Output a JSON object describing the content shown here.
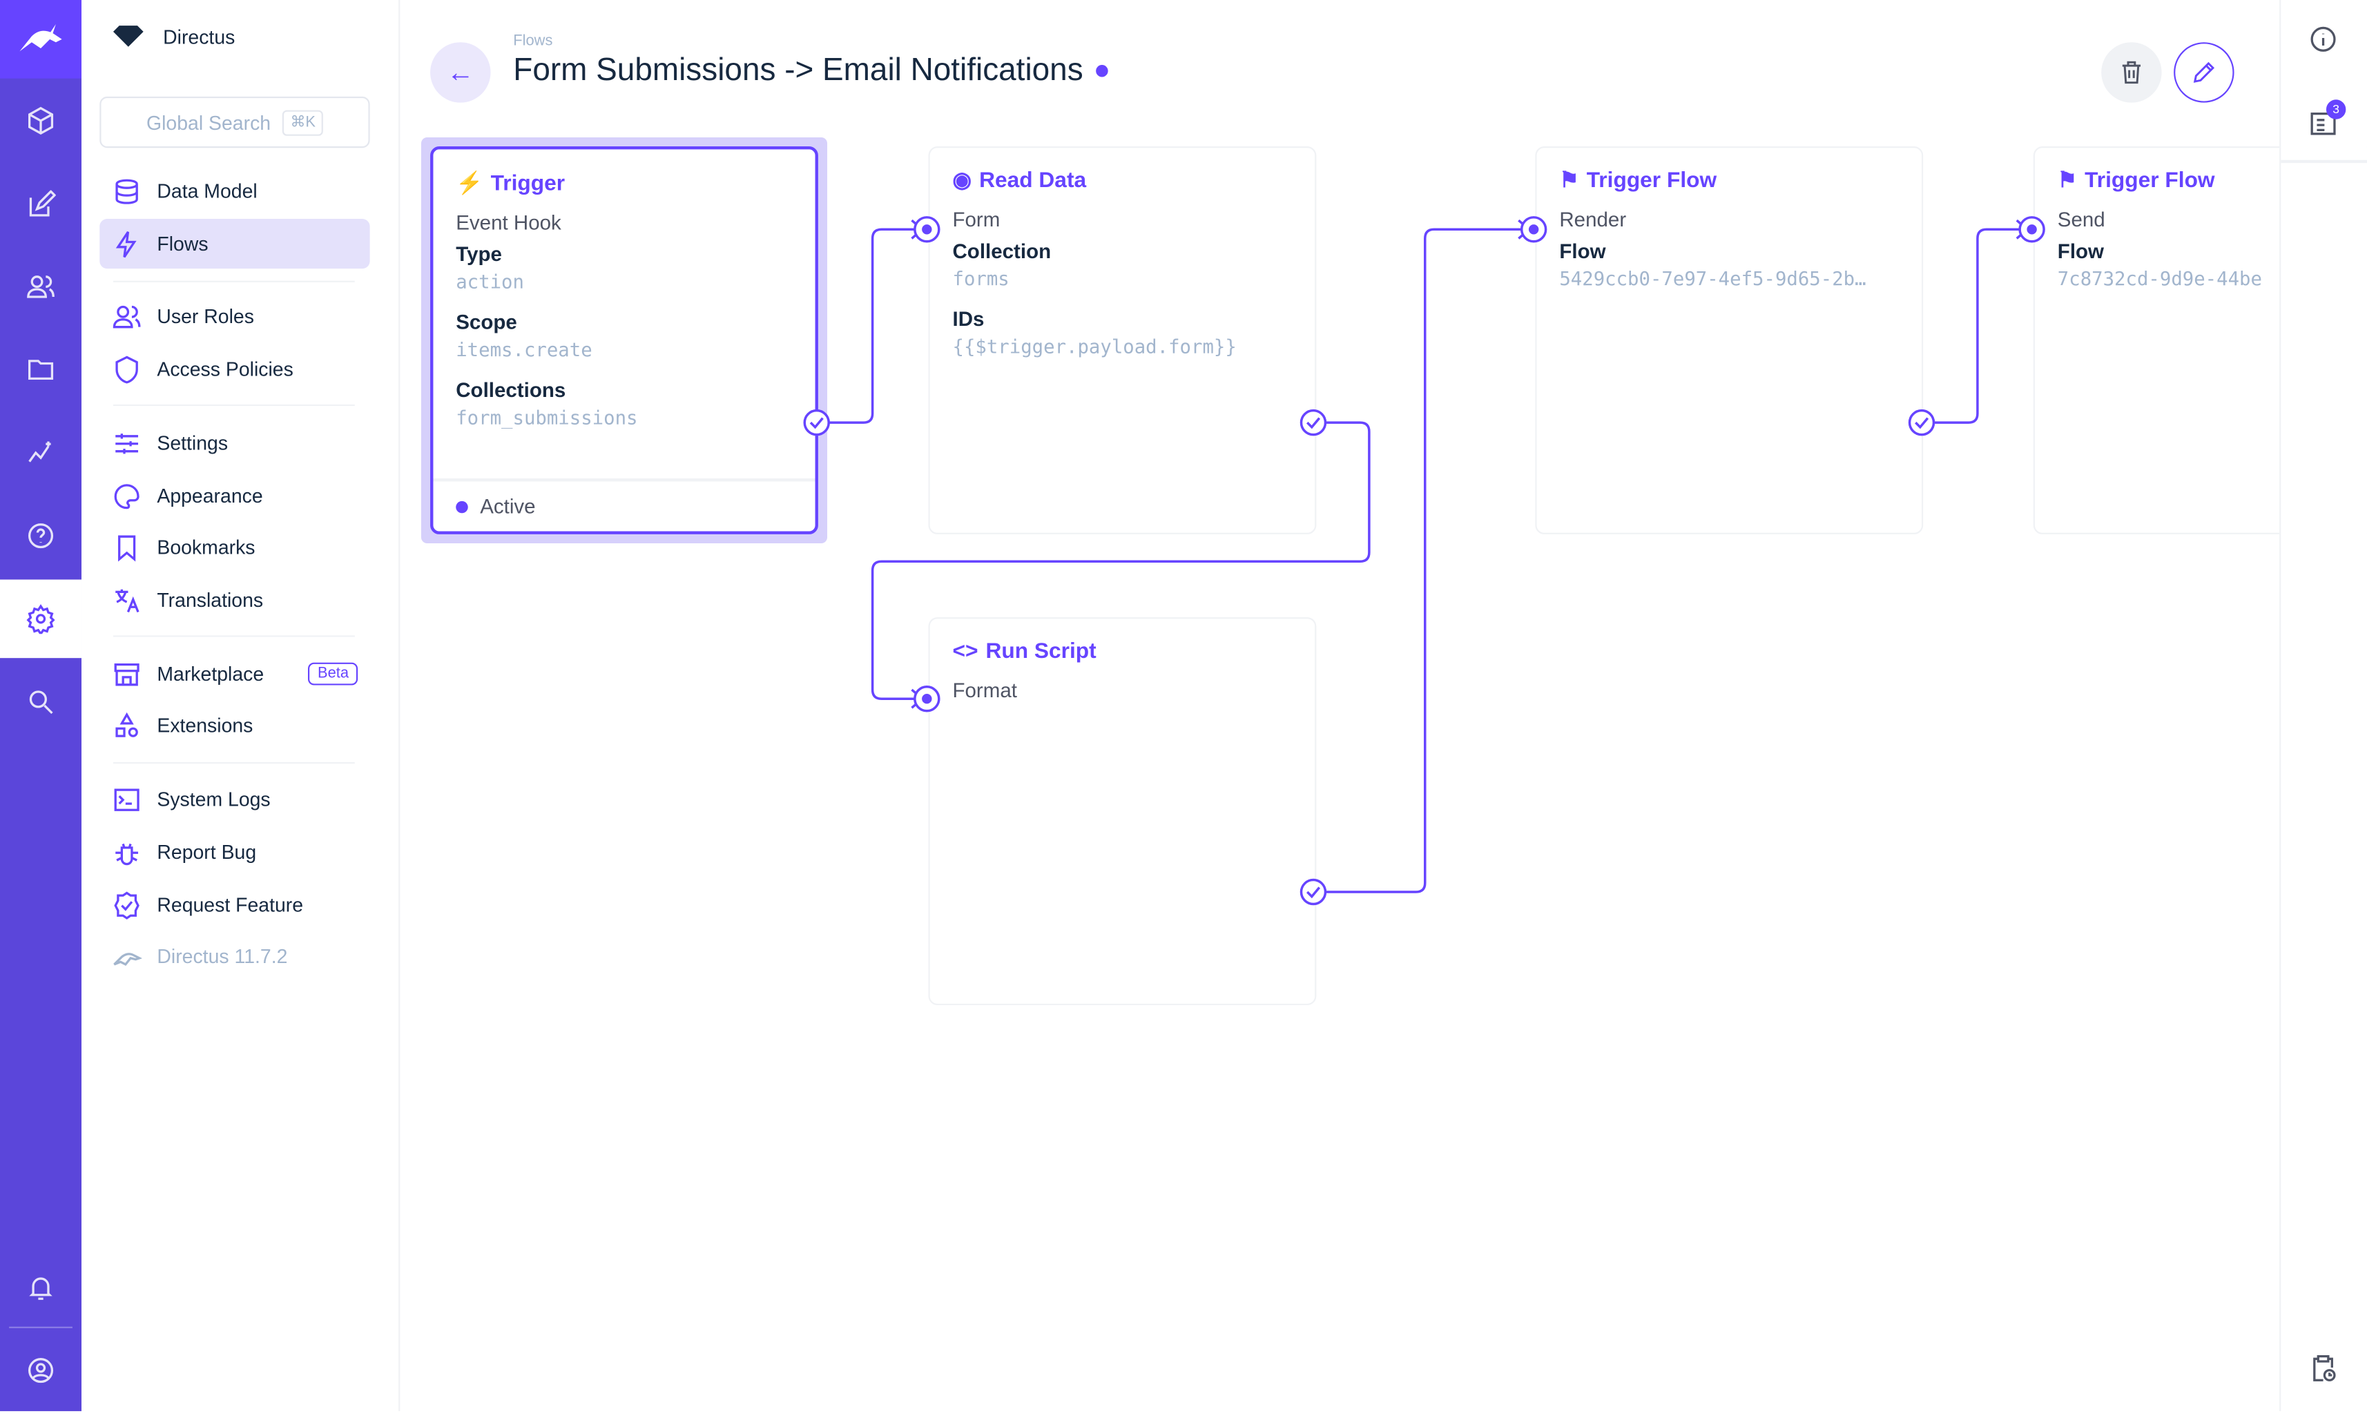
{
  "app": {
    "name": "Directus",
    "version": "Directus 11.7.2"
  },
  "search": {
    "placeholder": "Global Search",
    "shortcut": "⌘K"
  },
  "nav": {
    "items": [
      {
        "label": "Data Model",
        "icon": "database-icon"
      },
      {
        "label": "Flows",
        "icon": "bolt-icon",
        "active": true
      },
      {
        "label": "User Roles",
        "icon": "users-icon"
      },
      {
        "label": "Access Policies",
        "icon": "shield-icon"
      },
      {
        "label": "Settings",
        "icon": "sliders-icon"
      },
      {
        "label": "Appearance",
        "icon": "palette-icon"
      },
      {
        "label": "Bookmarks",
        "icon": "bookmark-icon"
      },
      {
        "label": "Translations",
        "icon": "translate-icon"
      },
      {
        "label": "Marketplace",
        "icon": "store-icon",
        "badge": "Beta"
      },
      {
        "label": "Extensions",
        "icon": "extensions-icon"
      },
      {
        "label": "System Logs",
        "icon": "terminal-icon"
      },
      {
        "label": "Report Bug",
        "icon": "bug-icon"
      },
      {
        "label": "Request Feature",
        "icon": "verified-icon"
      }
    ]
  },
  "header": {
    "breadcrumb": "Flows",
    "title": "Form Submissions -> Email Notifications"
  },
  "notifications_count": "3",
  "colors": {
    "accent": "#6644ff",
    "rail": "#5b46da",
    "muted": "#a2b5cd"
  },
  "flow": {
    "trigger": {
      "title": "Trigger",
      "subtitle": "Event Hook",
      "fields": [
        {
          "k": "Type",
          "v": "action"
        },
        {
          "k": "Scope",
          "v": "items.create"
        },
        {
          "k": "Collections",
          "v": "form_submissions"
        }
      ],
      "status": "Active"
    },
    "read": {
      "title": "Read Data",
      "name": "Form",
      "fields": [
        {
          "k": "Collection",
          "v": "forms"
        },
        {
          "k": "IDs",
          "v": "{{$trigger.payload.form}}"
        }
      ]
    },
    "script": {
      "title": "Run Script",
      "name": "Format"
    },
    "tf1": {
      "title": "Trigger Flow",
      "name": "Render",
      "fields": [
        {
          "k": "Flow",
          "v": "5429ccb0-7e97-4ef5-9d65-2b…"
        }
      ]
    },
    "tf2": {
      "title": "Trigger Flow",
      "name": "Send",
      "fields": [
        {
          "k": "Flow",
          "v": "7c8732cd-9d9e-44be"
        }
      ]
    }
  }
}
